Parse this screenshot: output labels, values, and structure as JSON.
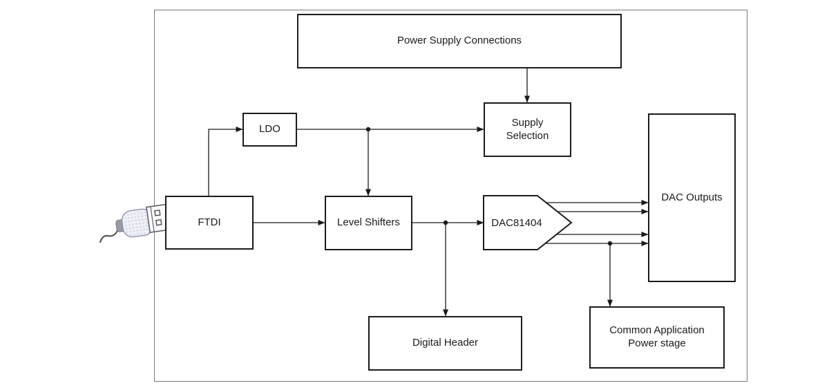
{
  "nodes": {
    "power_supply_connections": "Power Supply Connections",
    "ldo": "LDO",
    "supply_selection_line1": "Supply",
    "supply_selection_line2": "Selection",
    "ftdi": "FTDI",
    "level_shifters": "Level Shifters",
    "dac81404": "DAC81404",
    "dac_outputs": "DAC Outputs",
    "digital_header": "Digital Header",
    "common_application_line1": "Common Application",
    "common_application_line2": "Power stage"
  },
  "icons": {
    "usb": "usb-plug-icon"
  },
  "connections": [
    {
      "from": "FTDI",
      "to": "LDO"
    },
    {
      "from": "LDO",
      "to": "Supply Selection"
    },
    {
      "from": "LDO",
      "to": "Level Shifters"
    },
    {
      "from": "Power Supply Connections",
      "to": "Supply Selection"
    },
    {
      "from": "FTDI",
      "to": "Level Shifters"
    },
    {
      "from": "Level Shifters",
      "to": "DAC81404"
    },
    {
      "from": "Level Shifters",
      "to": "Digital Header"
    },
    {
      "from": "DAC81404",
      "to": "DAC Outputs",
      "count": 4
    },
    {
      "from": "DAC81404",
      "to": "Common Application Power stage"
    }
  ],
  "colors": {
    "line": "#1a1a1a",
    "box_border": "#1a1a1a",
    "outer_border": "#777777",
    "background": "#ffffff"
  }
}
